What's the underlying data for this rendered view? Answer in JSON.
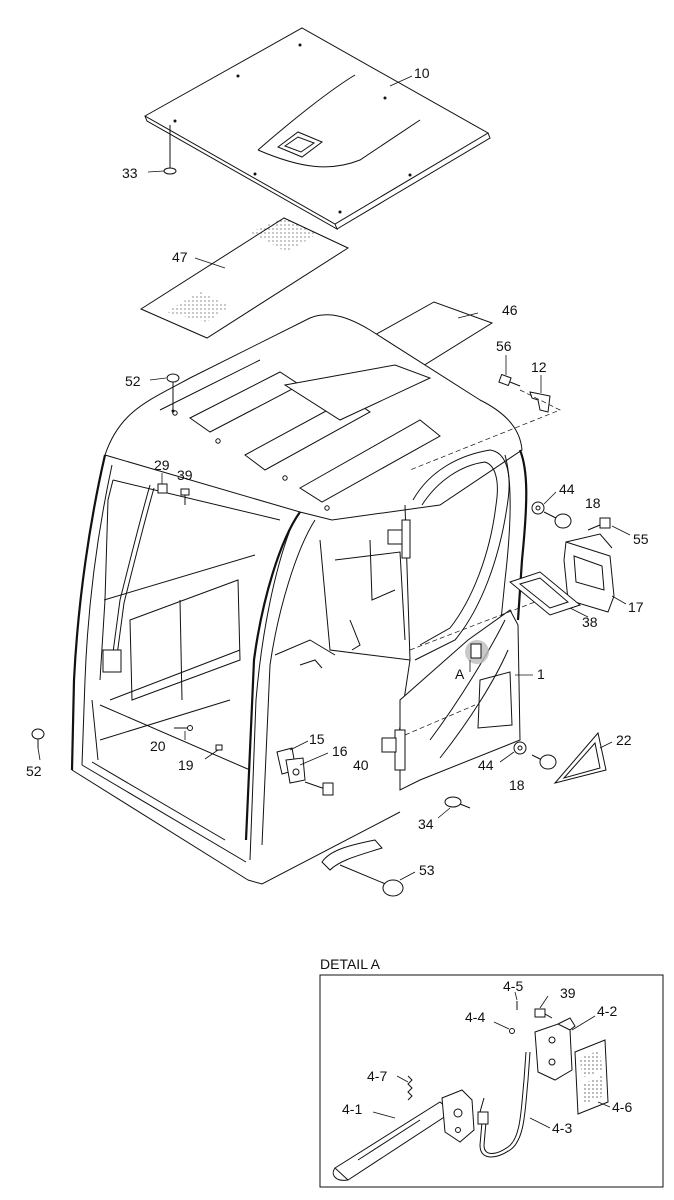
{
  "diagram": {
    "detail_title": "DETAIL A",
    "detail_marker": "A",
    "labels": {
      "p10": "10",
      "p33": "33",
      "p47": "47",
      "p46": "46",
      "p56": "56",
      "p12": "12",
      "p52a": "52",
      "p29": "29",
      "p39a": "39",
      "p44a": "44",
      "p18a": "18",
      "p55": "55",
      "p17": "17",
      "p38": "38",
      "p1": "1",
      "p22": "22",
      "p44b": "44",
      "p18b": "18",
      "p15": "15",
      "p16": "16",
      "p40": "40",
      "p19": "19",
      "p20": "20",
      "p52b": "52",
      "p34": "34",
      "p53": "53",
      "d45": "4-5",
      "d39": "39",
      "d44": "4-4",
      "d42": "4-2",
      "d47": "4-7",
      "d41": "4-1",
      "d43": "4-3",
      "d46": "4-6"
    }
  }
}
